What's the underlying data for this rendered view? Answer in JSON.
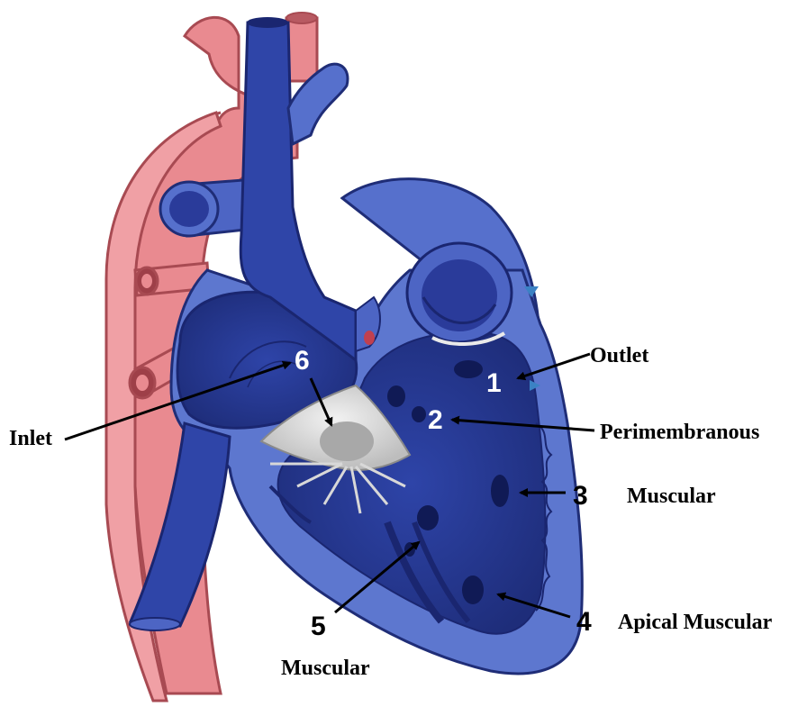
{
  "diagram": {
    "colors": {
      "aorta": "#e8848a",
      "aorta_dark": "#b8505a",
      "vein_blue": "#2f3f9e",
      "chamber_blue": "#3a4fb0",
      "wall_blue": "#5a72c8",
      "valve_white": "#e4e4e4",
      "marker_blue": "#3b82c4"
    },
    "numbers": {
      "n1": "1",
      "n2": "2",
      "n3": "3",
      "n4": "4",
      "n5": "5",
      "n6": "6"
    },
    "labels": {
      "outlet": "Outlet",
      "perimembranous": "Perimembranous",
      "muscular_right": "Muscular",
      "apical_muscular": "Apical Muscular",
      "muscular_bottom": "Muscular",
      "inlet": "Inlet"
    }
  }
}
